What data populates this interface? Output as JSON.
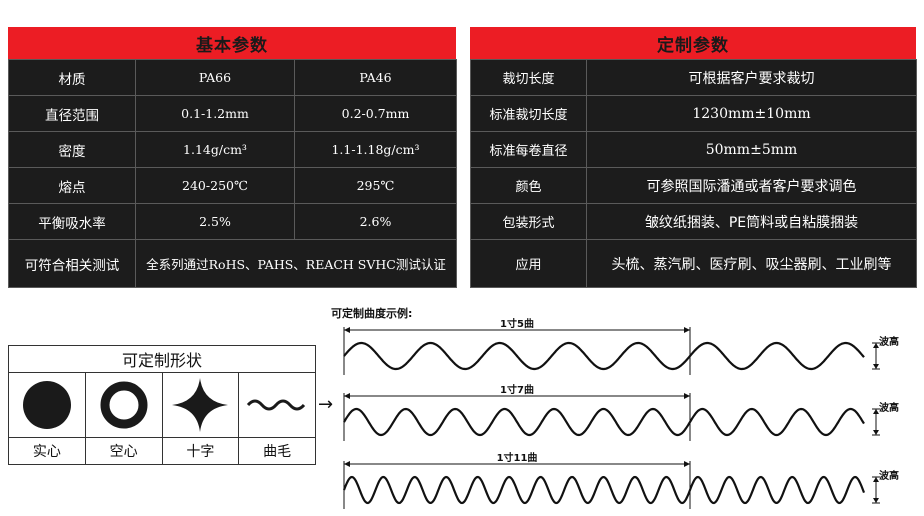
{
  "basic": {
    "title": "基本参数",
    "rows": [
      {
        "label": "材质",
        "a": "PA66",
        "b": "PA46"
      },
      {
        "label": "直径范围",
        "a": "0.1-1.2mm",
        "b": "0.2-0.7mm"
      },
      {
        "label": "密度",
        "a": "1.14g/cm³",
        "b": "1.1-1.18g/cm³"
      },
      {
        "label": "熔点",
        "a": "240-250℃",
        "b": "295℃"
      },
      {
        "label": "平衡吸水率",
        "a": "2.5%",
        "b": "2.6%"
      }
    ],
    "test_label": "可符合相关测试",
    "test_value": "全系列通过RoHS、PAHS、REACH SVHC测试认证"
  },
  "custom": {
    "title": "定制参数",
    "rows": [
      {
        "label": "裁切长度",
        "value": "可根据客户要求裁切"
      },
      {
        "label": "标准裁切长度",
        "value": "1230mm±10mm"
      },
      {
        "label": "标准每卷直径",
        "value": "50mm±5mm"
      },
      {
        "label": "颜色",
        "value": "可参照国际潘通或者客户要求调色"
      },
      {
        "label": "包装形式",
        "value": "皱纹纸捆装、PE筒料或自粘膜捆装"
      },
      {
        "label": "应用",
        "value": "头梳、蒸汽刷、医疗刷、吸尘器刷、工业刷等"
      }
    ]
  },
  "shapes": {
    "title": "可定制形状",
    "items": [
      "实心",
      "空心",
      "十字",
      "曲毛"
    ]
  },
  "curl": {
    "title": "可定制曲度示例:",
    "waves": [
      {
        "label": "1寸5曲",
        "height_label": "波高",
        "waves_per_inch": 5
      },
      {
        "label": "1寸7曲",
        "height_label": "波高",
        "waves_per_inch": 7
      },
      {
        "label": "1寸11曲",
        "height_label": "波高",
        "waves_per_inch": 11
      }
    ]
  },
  "colors": {
    "header_red": "#ec1d24",
    "panel_dark": "#1c1c1c"
  },
  "icons": [
    "solid-circle-icon",
    "hollow-circle-icon",
    "cross-star-icon",
    "wavy-line-icon",
    "arrow-right-icon"
  ]
}
